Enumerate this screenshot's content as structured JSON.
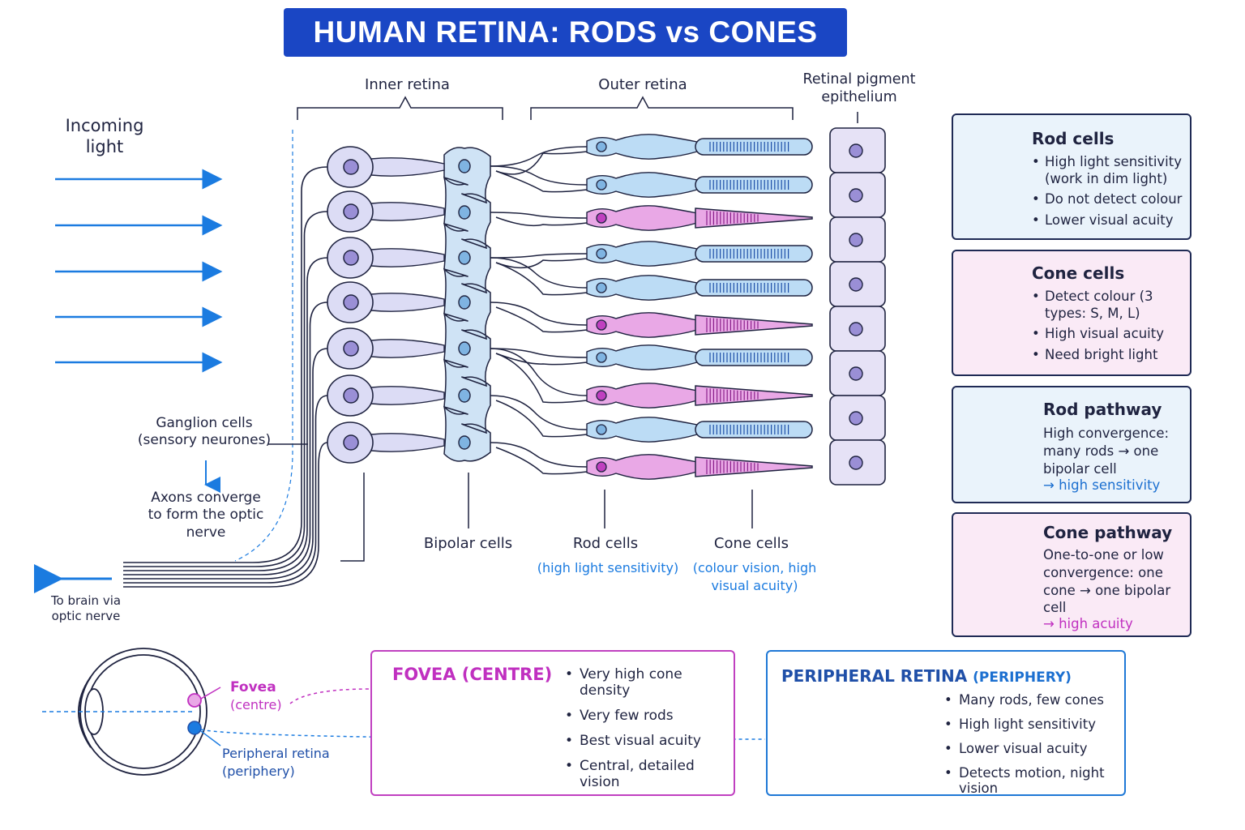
{
  "title": "HUMAN RETINA: RODS vs CONES",
  "labels": {
    "inner_retina": "Inner retina",
    "outer_retina": "Outer retina",
    "rpe": "Retinal pigment epithelium",
    "incoming_light": "Incoming light",
    "ganglion": "Ganglion  cells (sensory neurones)",
    "axons": "Axons converge to form the optic nerve",
    "to_brain": "To brain via optic nerve",
    "bipolar": "Bipolar cells",
    "rod_cells": "Rod cells",
    "rod_cells_note": "(high light sensitivity)",
    "cone_cells": "Cone cells",
    "cone_cells_note": "(colour vision, high visual acuity)"
  },
  "photoreceptor_rows": [
    "rod",
    "rod",
    "cone",
    "rod",
    "rod",
    "cone",
    "rod",
    "cone",
    "rod",
    "cone"
  ],
  "info_boxes": {
    "rod_cells": {
      "title": "Rod cells",
      "items": [
        "High light sensitivity (work in dim light)",
        "Do not detect colour",
        "Lower visual acuity"
      ]
    },
    "cone_cells": {
      "title": "Cone cells",
      "items": [
        "Detect colour (3 types: S, M, L)",
        "High visual acuity",
        "Need bright light"
      ]
    },
    "rod_pathway": {
      "title": "Rod pathway",
      "text": "High convergence: many rods → one bipolar cell",
      "highlight": "→ high sensitivity"
    },
    "cone_pathway": {
      "title": "Cone pathway",
      "text": "One-to-one or low convergence: one cone → one bipolar cell",
      "highlight": "→ high acuity"
    }
  },
  "eye": {
    "fovea": "Fovea",
    "fovea_sub": "(centre)",
    "periph": "Peripheral retina",
    "periph_sub": "(periphery)"
  },
  "fovea_box": {
    "title": "FOVEA (CENTRE)",
    "items": [
      "Very high cone density",
      "Very few rods",
      "Best visual acuity",
      "Central, detailed vision"
    ]
  },
  "periph_box": {
    "title": "PERIPHERAL RETINA",
    "title_sub": "(PERIPHERY)",
    "items": [
      "Many rods, few cones",
      "High light sensitivity",
      "Lower visual acuity",
      "Detects motion, night vision"
    ]
  },
  "colors": {
    "title_bg": "#1a46c4",
    "rod": "#bcdcf5",
    "cone": "#e9a8e6",
    "neuron": "#dcdcf5",
    "arrow": "#1b7be0",
    "fovea": "#c030c0"
  }
}
